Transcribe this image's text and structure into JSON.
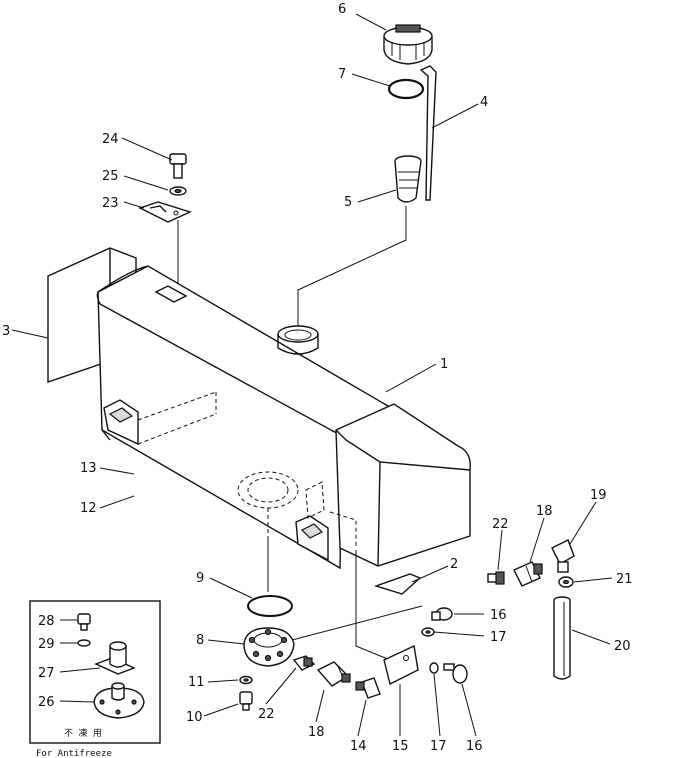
{
  "callouts": {
    "c1": "1",
    "c2": "2",
    "c3": "3",
    "c4": "4",
    "c5": "5",
    "c6": "6",
    "c7": "7",
    "c8": "8",
    "c9": "9",
    "c10": "10",
    "c11": "11",
    "c12": "12",
    "c13": "13",
    "c14": "14",
    "c15": "15",
    "c16a": "16",
    "c16b": "16",
    "c17a": "17",
    "c17b": "17",
    "c18a": "18",
    "c18b": "18",
    "c19": "19",
    "c20": "20",
    "c21": "21",
    "c22a": "22",
    "c22b": "22",
    "c23": "23",
    "c24": "24",
    "c25": "25",
    "c26": "26",
    "c27": "27",
    "c28": "28",
    "c29": "29"
  },
  "inset": {
    "caption_jp": "不 凍 用",
    "caption_en": "For Antifreeze"
  }
}
